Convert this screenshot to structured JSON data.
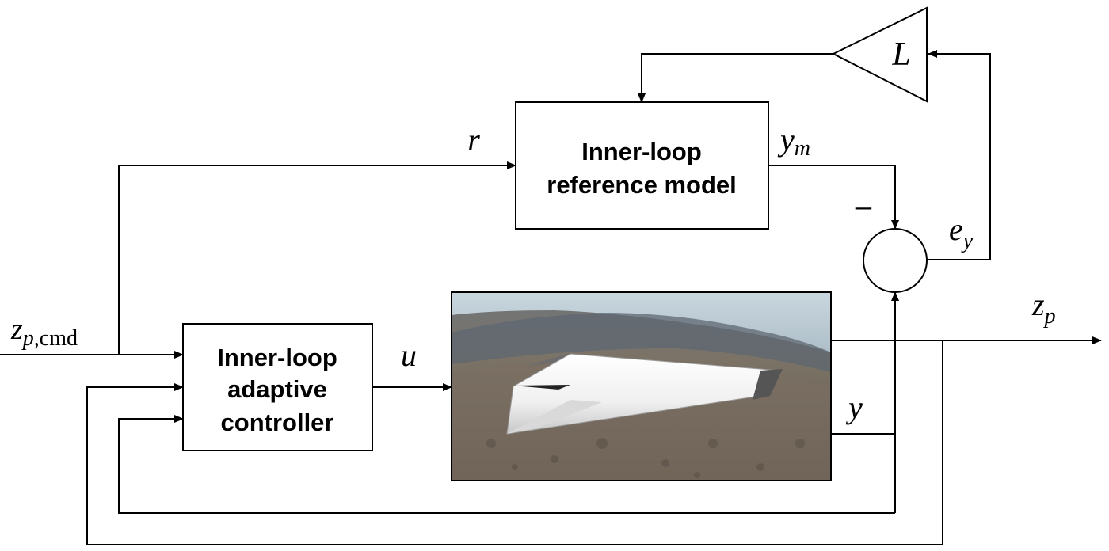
{
  "blocks": {
    "reference_model": {
      "line1": "Inner-loop",
      "line2": "reference model"
    },
    "controller": {
      "line1": "Inner-loop",
      "line2": "adaptive",
      "line3": "controller"
    },
    "gain": {
      "label": "L"
    }
  },
  "signals": {
    "r": "r",
    "y_m": {
      "base": "y",
      "sub": "m"
    },
    "e_y": {
      "base": "e",
      "sub": "y"
    },
    "u": "u",
    "y": "y",
    "z_p": {
      "base": "z",
      "sub": "p"
    },
    "z_p_cmd": {
      "base": "z",
      "sub_italic": "p",
      "sub_rest": ",cmd"
    }
  },
  "summing_junction": {
    "minus_sign": "−"
  },
  "plant": {
    "icon": "hypersonic-aircraft-photo"
  }
}
